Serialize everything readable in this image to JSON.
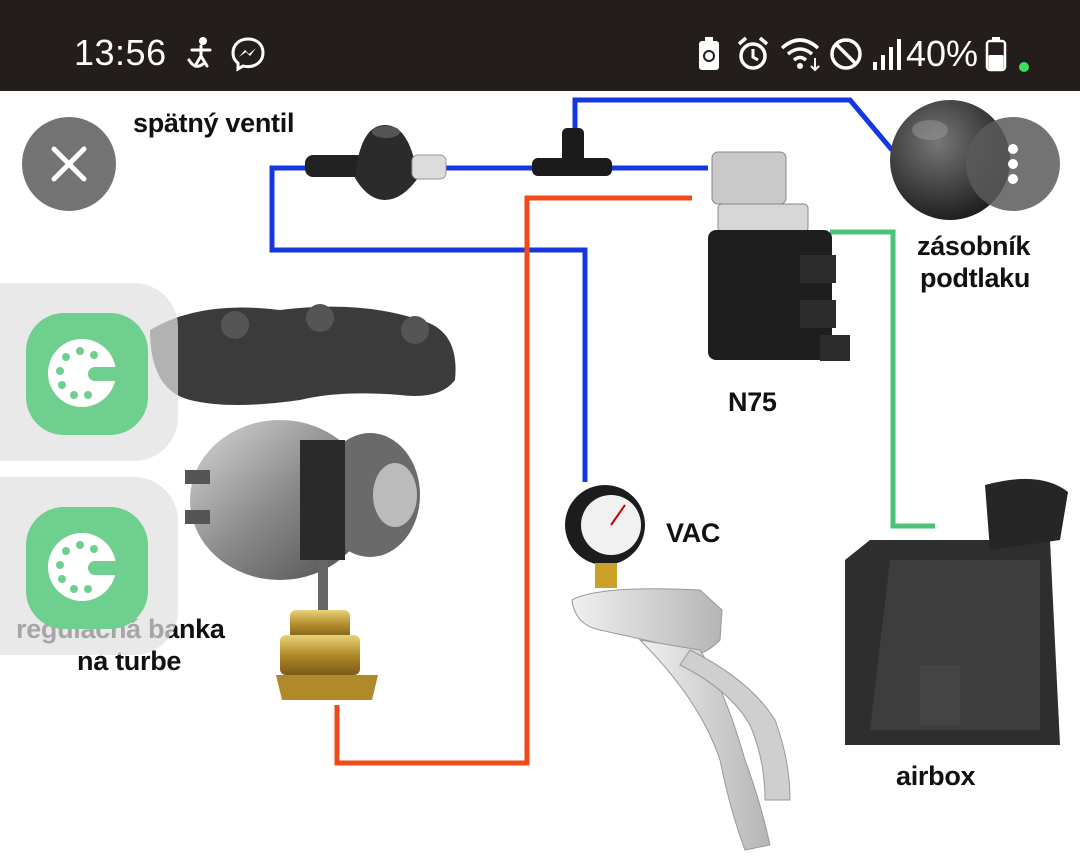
{
  "status_bar": {
    "time": "13:56",
    "battery_percent": "40%",
    "left_icons": [
      "accessibility-icon",
      "messenger-icon"
    ],
    "right_icons": [
      "battery-saver-icon",
      "alarm-icon",
      "wifi-icon",
      "do-not-disturb-icon",
      "signal-icon",
      "battery-icon"
    ]
  },
  "image": {
    "labels": {
      "check_valve": "spätný ventil",
      "reservoir_line1": "zásobník",
      "reservoir_line2": "podtlaku",
      "n75": "N75",
      "vac": "VAC",
      "actuator_line1": "regulačná banka",
      "actuator_line2": "na turbe",
      "airbox": "airbox"
    },
    "hose_colors": {
      "vacuum": "#1437e0",
      "boost": "#f04a1a",
      "atmosphere": "#4cc27a"
    }
  },
  "overlay": {
    "close_icon": "close-icon",
    "more_icon": "more-vertical-icon",
    "bubbles": [
      "chat-bubble-app-icon",
      "chat-bubble-app-icon"
    ]
  },
  "colors": {
    "status_bar_bg": "#231e1c",
    "bubble_green": "#6ecf8f",
    "overlay_button": "#5a5a5a"
  }
}
